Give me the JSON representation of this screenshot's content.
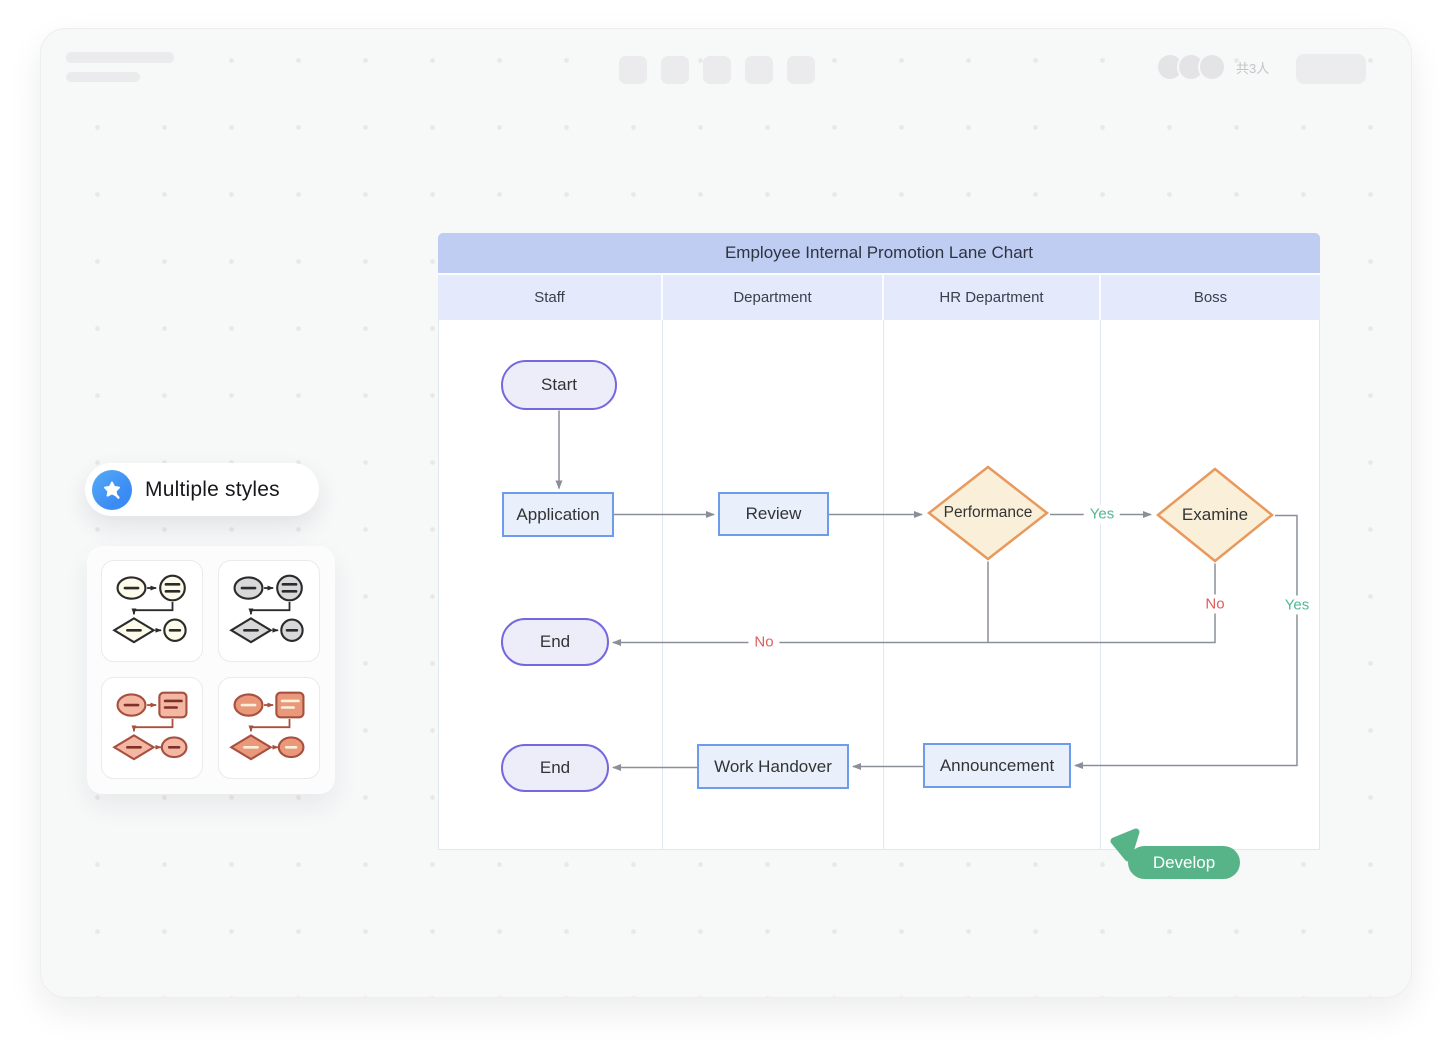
{
  "colors": {
    "canvas": "#f7f8f8",
    "dot": "#e8e8ea",
    "skeleton": "#ebebed",
    "title-bar": "#c0cdf3",
    "header-row": "#e4eafb",
    "lane-border": "#e2e7f5",
    "pill-border": "#7468df",
    "pill-fill": "#ededfa",
    "rect-border": "#6d9ceb",
    "rect-fill": "#e9f0fc",
    "diamond-border": "#e8995b",
    "diamond-fill": "#faf0d9",
    "edge": "#8a8f99",
    "yes": "#52b792",
    "no": "#e05c5c",
    "cursor": "#57b488",
    "badge-blue": "#3b8bf4",
    "text": "#333333"
  },
  "topbar": {
    "people_count": "共3人"
  },
  "badge": {
    "label": "Multiple styles"
  },
  "style_cards": [
    {
      "name": "ivory-black",
      "fill": "#fdfbe9",
      "stroke": "#2b2b2b",
      "dash": "#2b2b2b"
    },
    {
      "name": "gray-black",
      "fill": "#d8d8da",
      "stroke": "#2b2b2b",
      "dash": "#2b2b2b"
    },
    {
      "name": "salmon-outline",
      "fill": "#f4b7a3",
      "stroke": "#a8503f",
      "dash": "#7c3227"
    },
    {
      "name": "salmon-solid",
      "fill": "#e9987a",
      "stroke": "#a8503f",
      "dash": "#fbf0da"
    }
  ],
  "chart": {
    "type": "flowchart-swimlane",
    "title": "Employee Internal Promotion Lane Chart",
    "lanes": [
      "Staff",
      "Department",
      "HR Department",
      "Boss"
    ],
    "nodes": {
      "start": {
        "label": "Start",
        "type": "terminal",
        "lane": "Staff"
      },
      "application": {
        "label": "Application",
        "type": "process",
        "lane": "Staff"
      },
      "review": {
        "label": "Review",
        "type": "process",
        "lane": "Department"
      },
      "performance": {
        "label": "Performance",
        "type": "decision",
        "lane": "HR Department"
      },
      "examine": {
        "label": "Examine",
        "type": "decision",
        "lane": "Boss"
      },
      "end1": {
        "label": "End",
        "type": "terminal",
        "lane": "Staff"
      },
      "end2": {
        "label": "End",
        "type": "terminal",
        "lane": "Staff"
      },
      "work_handover": {
        "label": "Work Handover",
        "type": "process",
        "lane": "Department"
      },
      "announcement": {
        "label": "Announcement",
        "type": "process",
        "lane": "HR Department"
      }
    },
    "edges": [
      {
        "from": "start",
        "to": "application"
      },
      {
        "from": "application",
        "to": "review"
      },
      {
        "from": "review",
        "to": "performance"
      },
      {
        "from": "performance",
        "to": "examine",
        "label": "Yes"
      },
      {
        "from": "performance",
        "to": "end1",
        "label": "No"
      },
      {
        "from": "examine",
        "to": "end1",
        "label": "No"
      },
      {
        "from": "examine",
        "to": "announcement",
        "label": "Yes"
      },
      {
        "from": "announcement",
        "to": "work_handover"
      },
      {
        "from": "work_handover",
        "to": "end2"
      }
    ]
  },
  "cursor": {
    "label": "Develop"
  }
}
